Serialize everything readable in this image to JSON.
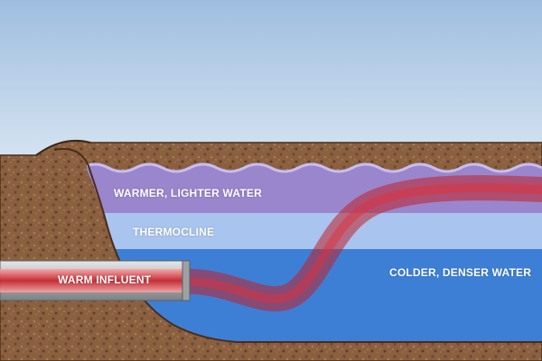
{
  "labels": {
    "warm_layer": "WARMER, LIGHTER WATER",
    "thermocline": "THERMOCLINE",
    "cold_layer": "COLDER, DENSER WATER",
    "influent": "WARM INFLUENT"
  },
  "colors": {
    "sky_top": "#9fbedf",
    "sky_bottom": "#d4e3f1",
    "soil": "#8a6040",
    "soil_dark": "#5a3a22",
    "warm_layer": "#9a86cc",
    "thermocline": "#a9c4ee",
    "cold_layer": "#3e7fd6",
    "influent_plume": "#c0202a",
    "pipe": "#b9bcbf"
  }
}
